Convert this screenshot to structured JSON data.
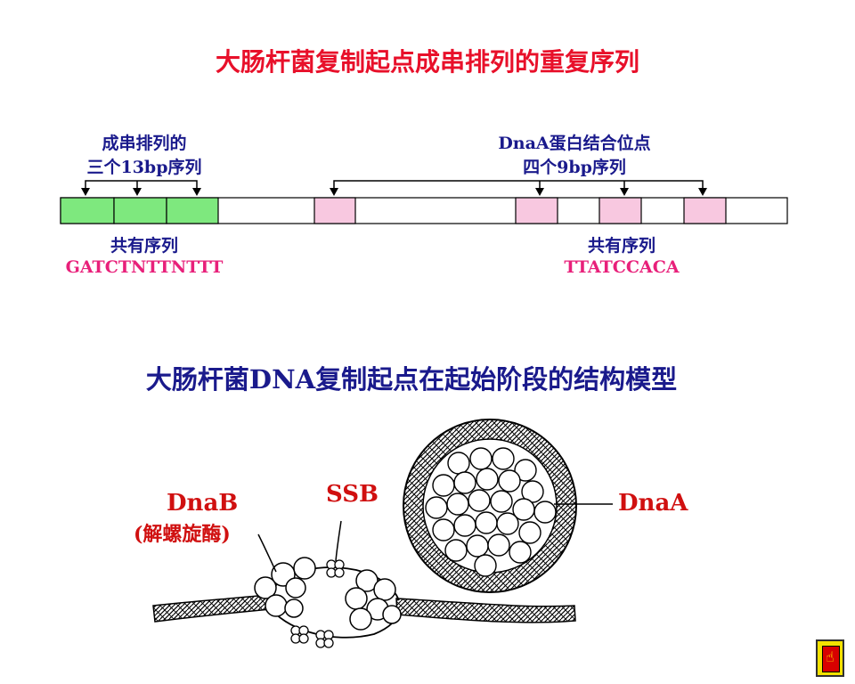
{
  "title_top": "大肠杆菌复制起点成串排列的重复序列",
  "left_group": {
    "label_line1": "成串排列的",
    "label_line2": "三个13bp序列",
    "consensus_label": "共有序列",
    "consensus_seq": "GATCTNTTNTTT"
  },
  "right_group": {
    "label_line1": "DnaA蛋白结合位点",
    "label_line2": "四个9bp序列",
    "consensus_label": "共有序列",
    "consensus_seq": "TTATCCACA"
  },
  "title_bottom": "大肠杆菌DNA复制起点在起始阶段的结构模型",
  "model_labels": {
    "dnab": "DnaB",
    "dnab_sub": "(解螺旋酶)",
    "ssb": "SSB",
    "dnaa": "DnaA"
  },
  "colors": {
    "title": "#e8102a",
    "label": "#1a1a8c",
    "sequence": "#e8207a",
    "green_box": "#7ee87e",
    "pink_box": "#f8c8e0"
  },
  "nav_icon": "pointing-hand-icon"
}
